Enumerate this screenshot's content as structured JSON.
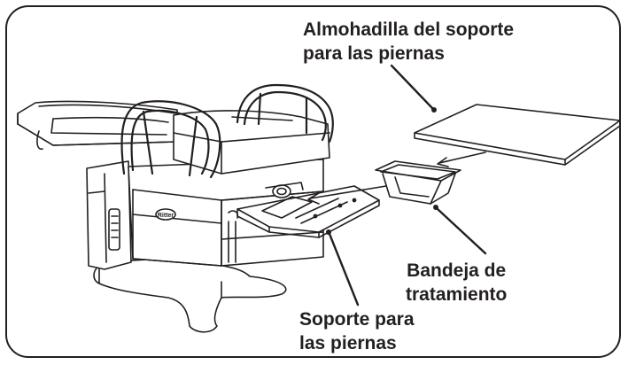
{
  "callouts": {
    "leg_pad": {
      "line1": "Almohadilla del soporte",
      "line2": "para las piernas"
    },
    "tray": {
      "line1": "Bandeja de",
      "line2": "tratamiento"
    },
    "leg_rest": {
      "line1": "Soporte para",
      "line2": "las piernas"
    }
  },
  "colors": {
    "ink": "#231f20",
    "background": "#ffffff"
  }
}
